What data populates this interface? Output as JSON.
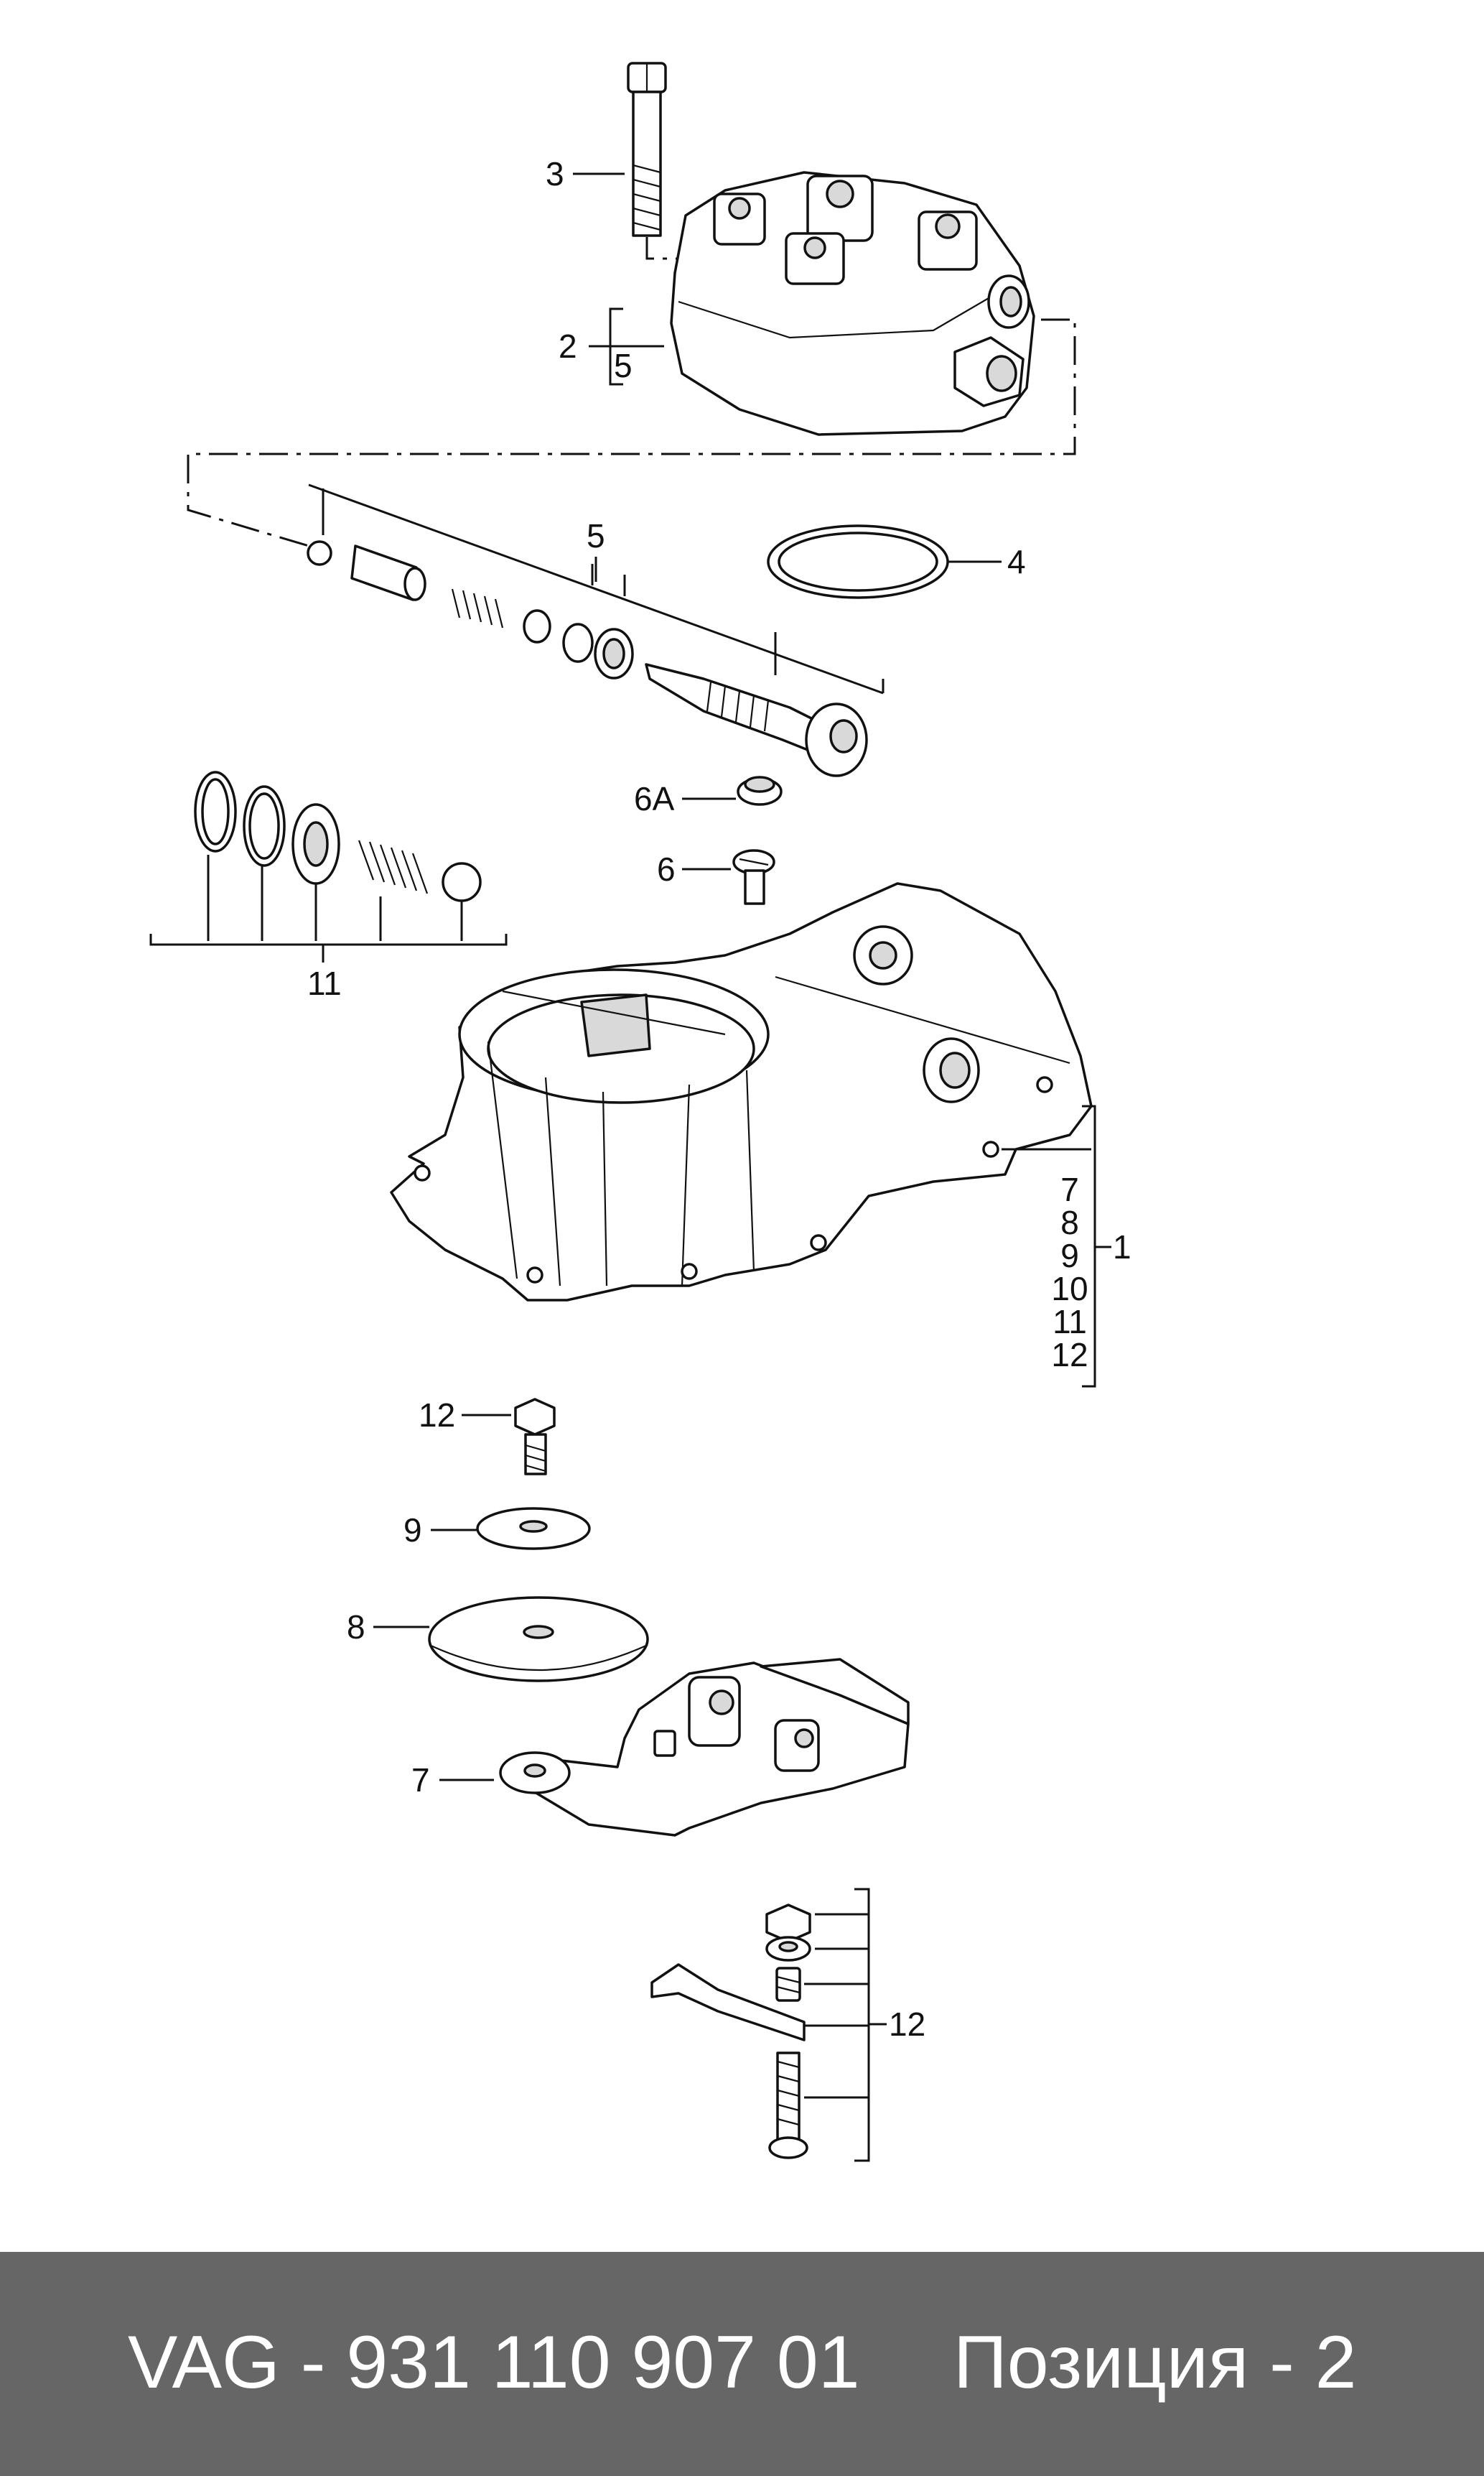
{
  "labels": {
    "p3": "3",
    "p2": "2",
    "p2b": "5",
    "p5": "5",
    "p4": "4",
    "p6a": "6A",
    "p6": "6",
    "p11": "11",
    "p1": "1",
    "g7": "7",
    "g8": "8",
    "g9": "9",
    "g10": "10",
    "g11": "11",
    "g12": "12",
    "p12": "12",
    "p9": "9",
    "p8": "8",
    "p7": "7",
    "p12b": "12"
  },
  "footer": {
    "part_number": "VAG - 931 110 907 01",
    "position": "Позиция - 2"
  }
}
